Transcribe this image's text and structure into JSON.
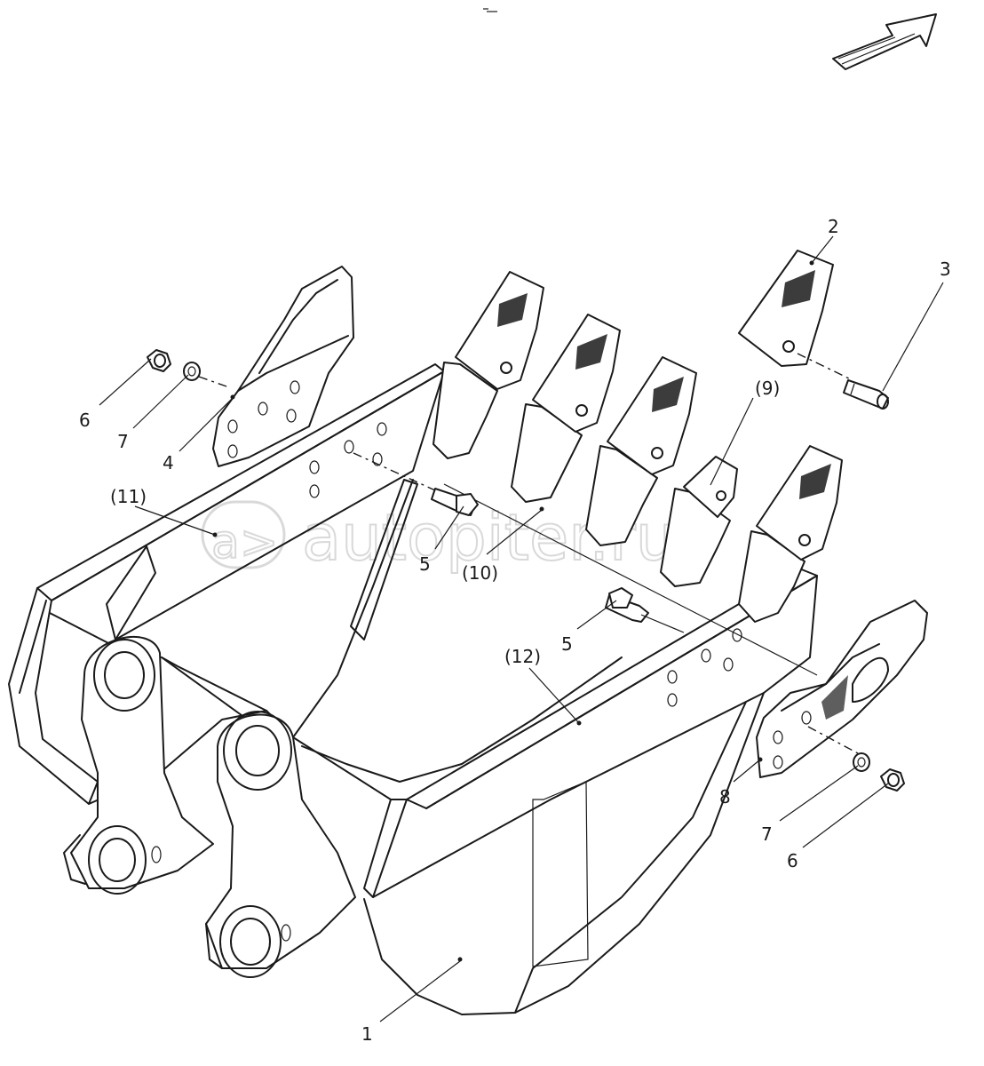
{
  "diagram": {
    "type": "exploded-parts-view",
    "callouts": [
      {
        "id": "c1",
        "text": "1"
      },
      {
        "id": "c2",
        "text": "2"
      },
      {
        "id": "c3",
        "text": "3"
      },
      {
        "id": "c4",
        "text": "4"
      },
      {
        "id": "c5a",
        "text": "5"
      },
      {
        "id": "c5b",
        "text": "5"
      },
      {
        "id": "c6a",
        "text": "6"
      },
      {
        "id": "c6b",
        "text": "6"
      },
      {
        "id": "c7a",
        "text": "7"
      },
      {
        "id": "c7b",
        "text": "7"
      },
      {
        "id": "c8",
        "text": "8"
      },
      {
        "id": "c9",
        "text": "(9)"
      },
      {
        "id": "c10",
        "text": "(10)"
      },
      {
        "id": "c11",
        "text": "(11)"
      },
      {
        "id": "c12",
        "text": "(12)"
      }
    ],
    "direction_icon": "arrow-icon"
  },
  "watermark": {
    "text": "autopiter.ru",
    "logo": "a>",
    "color": "#d9d9d9"
  },
  "colors": {
    "ink": "#1a1a1a",
    "background": "#ffffff"
  }
}
